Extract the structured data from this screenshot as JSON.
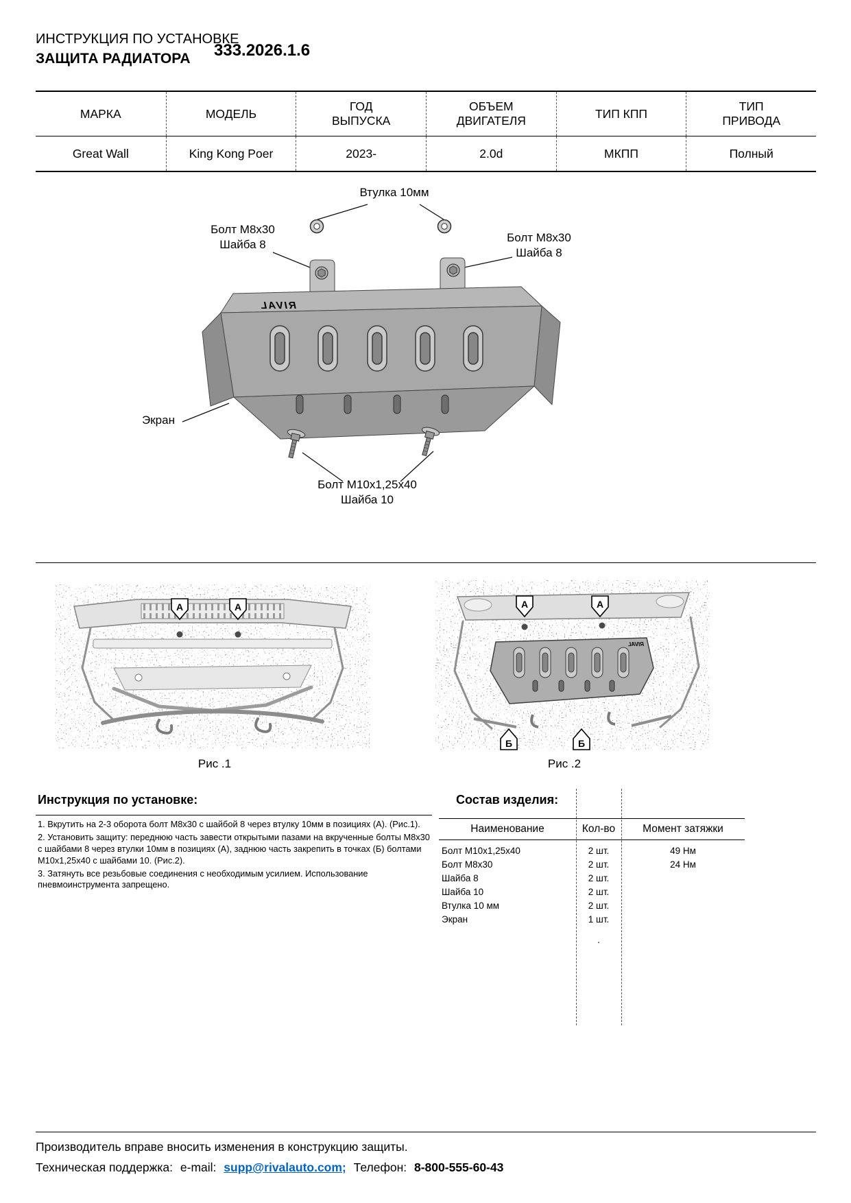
{
  "colors": {
    "link": "#0563c1"
  },
  "header": {
    "doc_type": "ИНСТРУКЦИЯ ПО УСТАНОВКЕ",
    "product": "ЗАЩИТА РАДИАТОРА",
    "part_number": "333.2026.1.6"
  },
  "spec": {
    "headers": [
      "МАРКА",
      "МОДЕЛЬ",
      "ГОД\nВЫПУСКА",
      "ОБЪЕМ\nДВИГАТЕЛЯ",
      "ТИП КПП",
      "ТИП\nПРИВОДА"
    ],
    "row": [
      "Great Wall",
      "King Kong Poer",
      "2023-",
      "2.0d",
      "МКПП",
      "Полный"
    ]
  },
  "diagram": {
    "callout_bushing": "Втулка 10мм",
    "callout_bolt_m8": "Болт М8х30",
    "callout_washer8": "Шайба 8",
    "callout_screen": "Экран",
    "callout_bolt_m10": "Болт М10х1,25х40",
    "callout_washer10": "Шайба 10",
    "plate_logo": "RIVAL"
  },
  "figures": {
    "fig1_caption": "Рис .1",
    "fig2_caption": "Рис .2",
    "marker_a": "А",
    "marker_b": "Б"
  },
  "instructions": {
    "heading": "Инструкция по установке:",
    "items": [
      "1. Вкрутить на 2-3 оборота болт М8х30 с шайбой 8 через втулку 10мм в позициях (А). (Рис.1).",
      "2. Установить защиту: переднюю часть завести открытыми пазами на вкрученные болты М8х30 с шайбами 8 через втулки 10мм в позициях (А), заднюю часть закрепить в точках (Б) болтами М10х1,25х40 с шайбами 10. (Рис.2).",
      "3. Затянуть все резьбовые соединения с необходимым усилием. Использование пневмоинструмента запрещено."
    ]
  },
  "parts": {
    "heading": "Состав изделия:",
    "headers": [
      "Наименование",
      "Кол-во",
      "Момент затяжки"
    ],
    "rows": [
      [
        "Болт М10х1,25х40",
        "2 шт.",
        "49 Нм"
      ],
      [
        "Болт М8х30",
        "2 шт.",
        "24 Нм"
      ],
      [
        "Шайба 8",
        "2 шт.",
        ""
      ],
      [
        "Шайба 10",
        "2 шт.",
        ""
      ],
      [
        "Втулка 10 мм",
        "2 шт.",
        ""
      ],
      [
        "Экран",
        "1 шт.",
        ""
      ]
    ],
    "trailing_dot": "."
  },
  "footer": {
    "note": "Производитель вправе вносить изменения в конструкцию защиты.",
    "support_label": "Техническая поддержка:",
    "email_label": "e-mail:",
    "email": "supp@rivalauto.com;",
    "phone_label": "Телефон:",
    "phone": "8-800-555-60-43"
  }
}
